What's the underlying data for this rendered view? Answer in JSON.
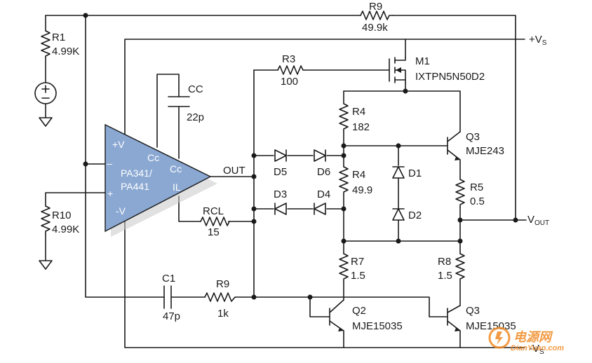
{
  "opamp": {
    "name_line1": "PA341/",
    "name_line2": "PA441",
    "pin_vplus": "+V",
    "pin_vminus": "-V",
    "pin_inv": "–",
    "pin_noninv": "+",
    "pin_cc1": "Cc",
    "pin_cc2": "Cc",
    "pin_il": "IL",
    "out_label": "OUT",
    "color": "#8aa8d2"
  },
  "components": {
    "r1": {
      "name": "R1",
      "value": "4.99K"
    },
    "r10": {
      "name": "R10",
      "value": "4.99K"
    },
    "r9_top": {
      "name": "R9",
      "value": "49.9k"
    },
    "cc": {
      "name": "CC",
      "value": "22p"
    },
    "r3": {
      "name": "R3",
      "value": "100"
    },
    "m1": {
      "name": "M1",
      "value": "IXTPN5N50D2"
    },
    "r4a": {
      "name": "R4",
      "value": "182"
    },
    "r4b": {
      "name": "R4",
      "value": "49.9"
    },
    "q3_top": {
      "name": "Q3",
      "value": "MJE243"
    },
    "r5": {
      "name": "R5",
      "value": "0.5"
    },
    "d1": "D1",
    "d2": "D2",
    "d3": "D3",
    "d4": "D4",
    "d5": "D5",
    "d6": "D6",
    "rcl": {
      "name": "RCL",
      "value": "15"
    },
    "c1": {
      "name": "C1",
      "value": "47p"
    },
    "r9_bot": {
      "name": "R9",
      "value": "1k"
    },
    "r7": {
      "name": "R7",
      "value": "1.5"
    },
    "r8": {
      "name": "R8",
      "value": "1.5"
    },
    "q2": {
      "name": "Q2",
      "value": "MJE15035"
    },
    "q3_bot": {
      "name": "Q3",
      "value": "MJE15035"
    }
  },
  "rails": {
    "vs_pos_sign": "+V",
    "vs_pos_sub": "S",
    "vs_neg_sign": "-V",
    "vs_neg_sub": "S",
    "vout_main": "V",
    "vout_sub": "OUT"
  },
  "watermark": {
    "cn": "电源网",
    "url": "DianYuan.com",
    "color": "#f08a24"
  }
}
